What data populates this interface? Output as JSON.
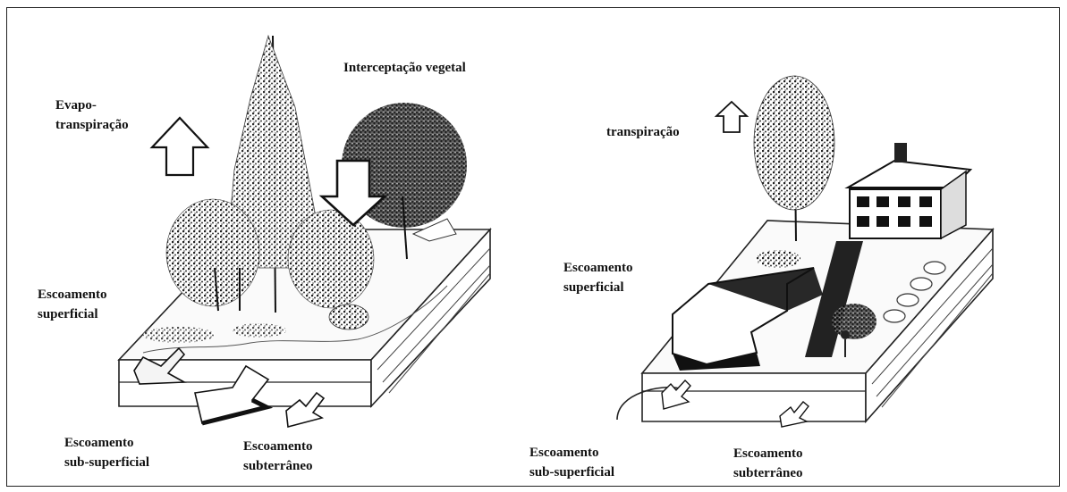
{
  "left_panel": {
    "interception_label": "Interceptação  vegetal",
    "evapo_label_line1": "Evapo-",
    "evapo_label_line2": "transpiração",
    "surface_runoff_line1": "Escoamento",
    "surface_runoff_line2": "superficial",
    "subsurface_line1": "Escoamento",
    "subsurface_line2": "sub-superficial",
    "groundwater_line1": "Escoamento",
    "groundwater_line2": "subterrâneo"
  },
  "right_panel": {
    "transpiration_label": "transpiração",
    "surface_runoff_line1": "Escoamento",
    "surface_runoff_line2": "superficial",
    "subsurface_line1": "Escoamento",
    "subsurface_line2": "sub-superficial",
    "groundwater_line1": "Escoamento",
    "groundwater_line2": "subterrâneo"
  }
}
